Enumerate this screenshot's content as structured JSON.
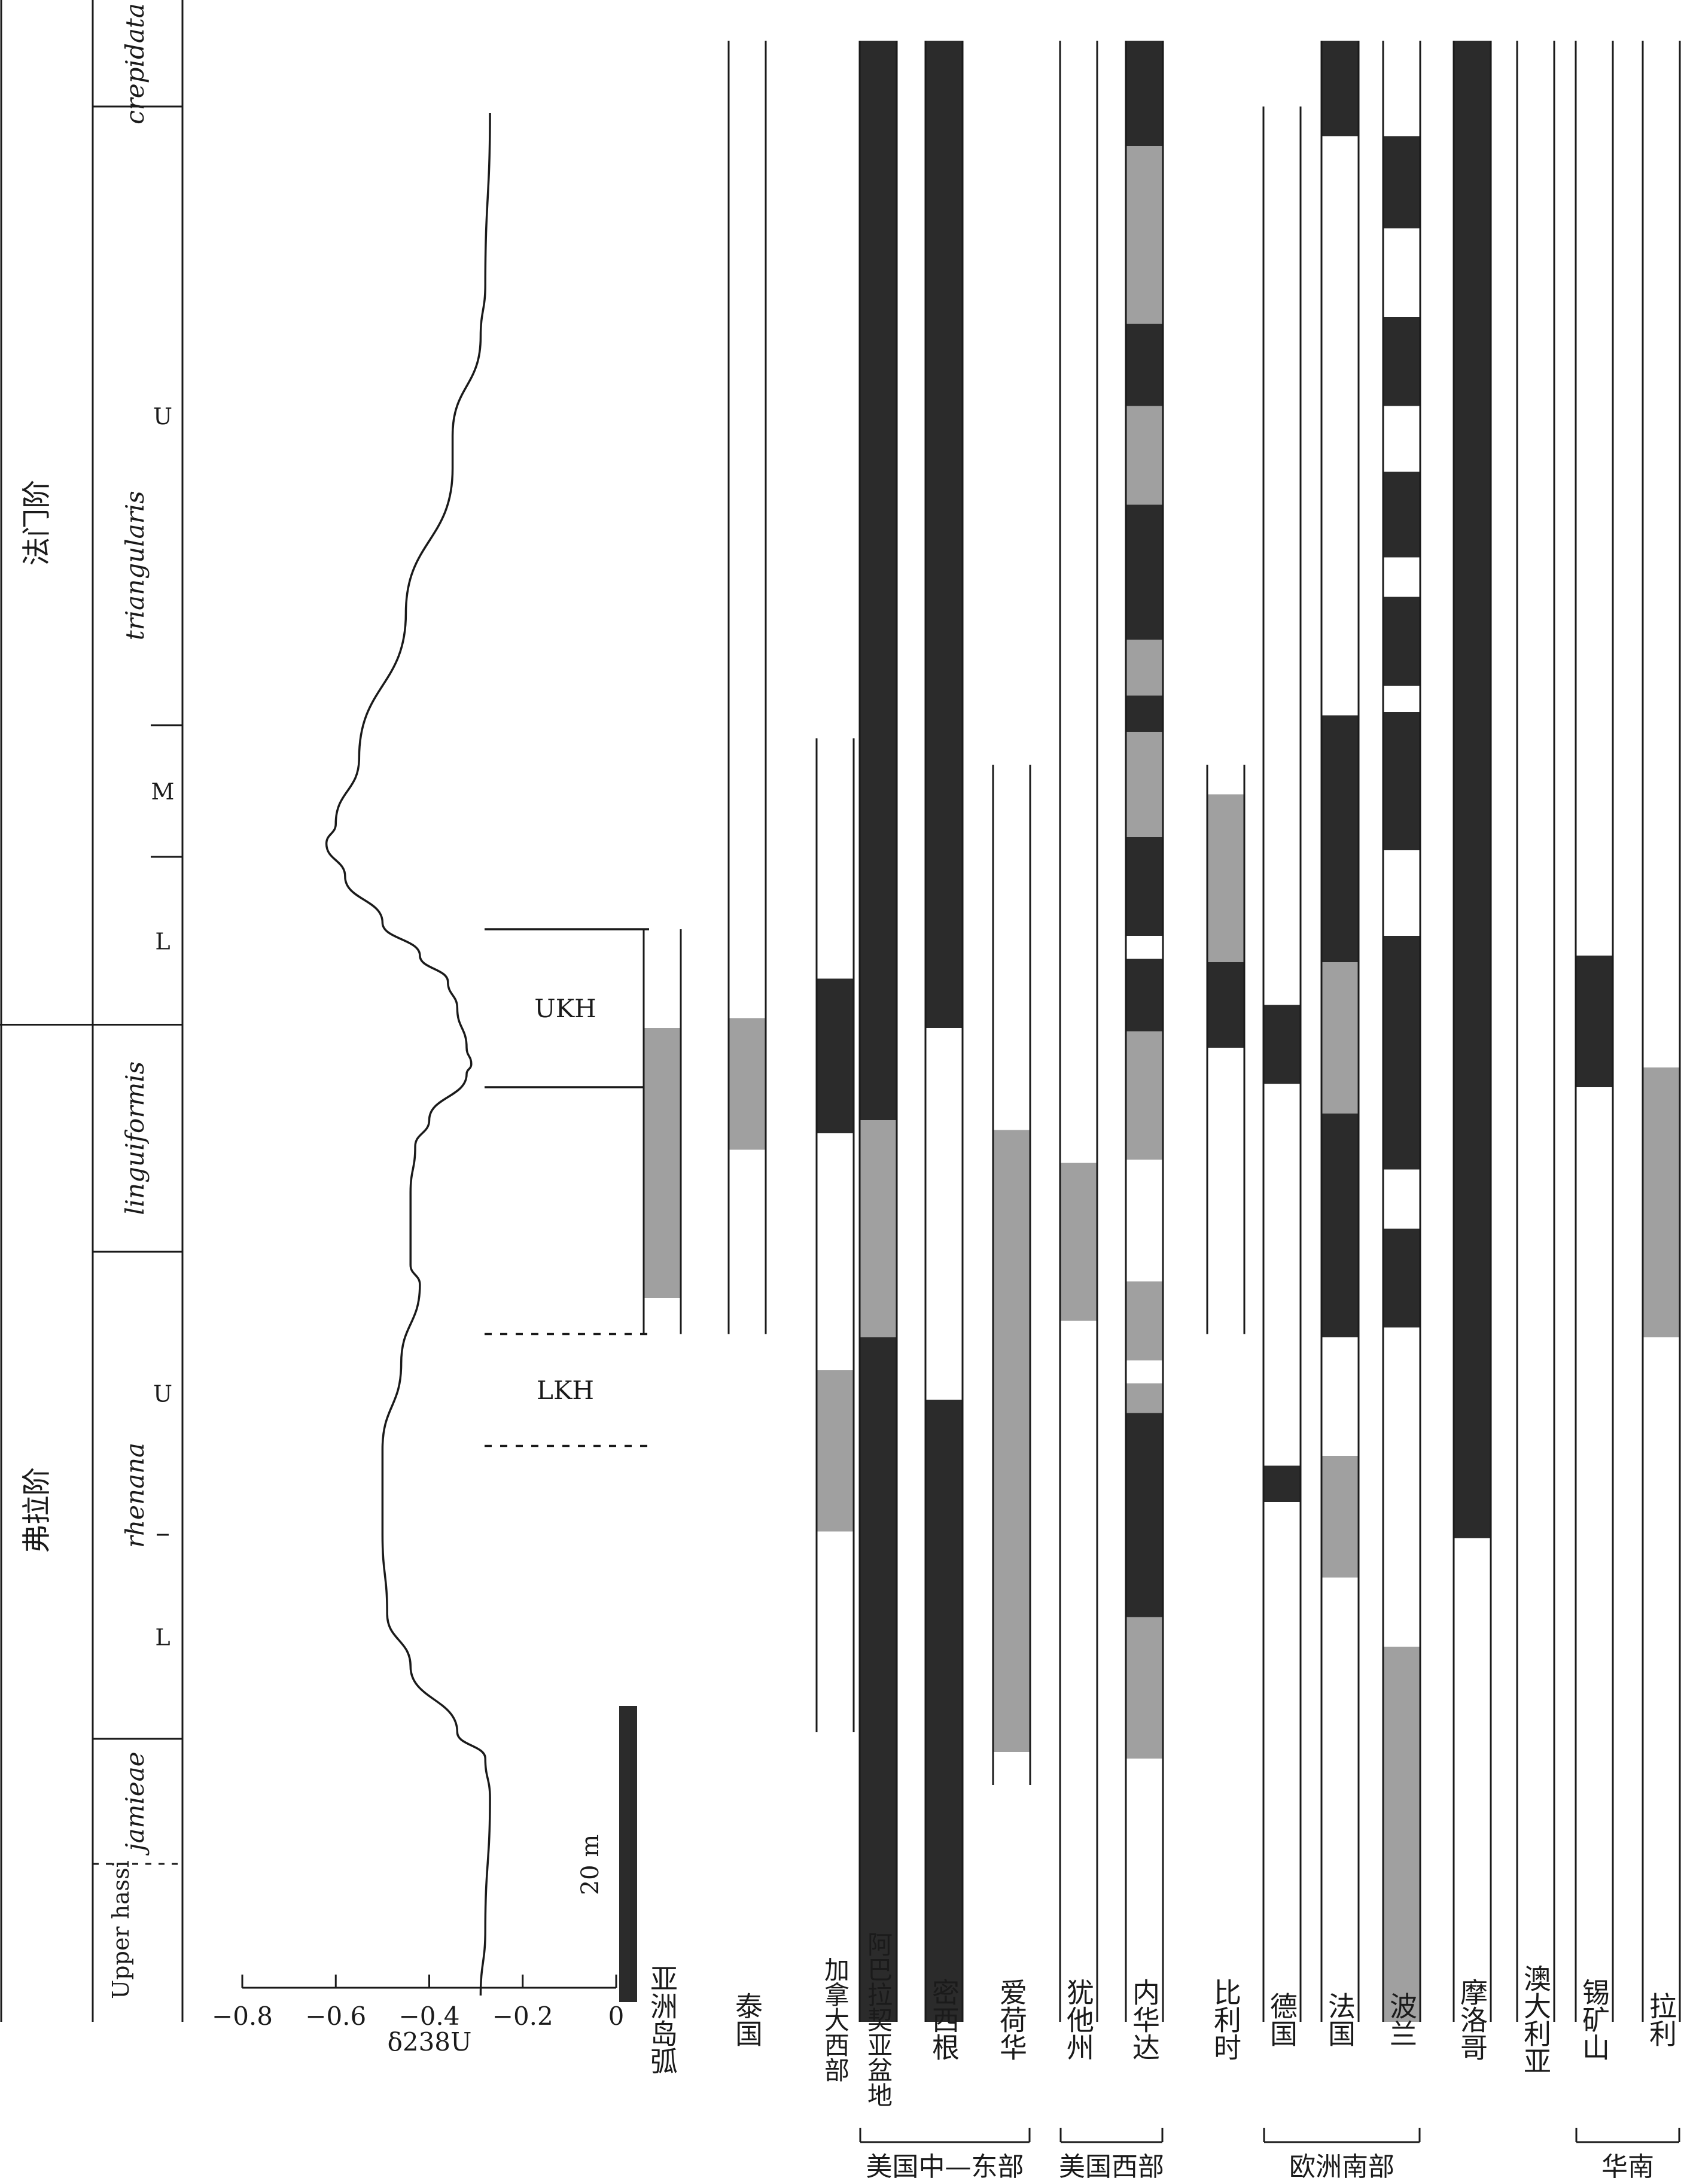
{
  "chart_data": {
    "type": "stratigraphic-correlation",
    "colors": {
      "black": "#2b2b2b",
      "gray": "#a0a0a0",
      "white": "#ffffff",
      "line": "#1a1a1a"
    },
    "stages": [
      {
        "label": "法门阶",
        "top": 0,
        "bottom": 152.5
      },
      {
        "label": "弗拉阶",
        "top": 152.5,
        "bottom": 300
      }
    ],
    "zones": [
      {
        "label": "crepidata",
        "top": 0,
        "bottom": 13
      },
      {
        "label": "triangularis",
        "top": 13,
        "bottom": 152.5
      },
      {
        "label": "linguiformis",
        "top": 152.5,
        "bottom": 187
      },
      {
        "label": "rhenana",
        "top": 187,
        "bottom": 261
      },
      {
        "label": "jamieae",
        "top": 261,
        "bottom": 280
      },
      {
        "label": "Upper hassi",
        "top": 280,
        "bottom": 300
      }
    ],
    "subzones": [
      {
        "label": "U",
        "top": 13,
        "bottom": 107
      },
      {
        "label": "M",
        "top": 107,
        "bottom": 127
      },
      {
        "label": "L",
        "top": 127,
        "bottom": 152.5
      },
      {
        "label": "U",
        "top": 187,
        "bottom": 230
      },
      {
        "label": "L",
        "top": 230,
        "bottom": 261
      }
    ],
    "subzone_dashed_boundaries": [
      230
    ],
    "zone_dashed_boundaries": [
      280
    ],
    "d238U": {
      "xlabel": "δ238U",
      "ticks": [
        -0.8,
        -0.6,
        -0.4,
        -0.2,
        0
      ],
      "tick_labels": [
        "−0.8",
        "−0.6",
        "−0.4",
        "−0.2",
        "0"
      ],
      "xlim": [
        -0.8,
        0
      ],
      "points": [
        [
          -0.27,
          14
        ],
        [
          -0.28,
          40
        ],
        [
          -0.29,
          48
        ],
        [
          -0.35,
          63
        ],
        [
          -0.35,
          68
        ],
        [
          -0.45,
          90
        ],
        [
          -0.55,
          112
        ],
        [
          -0.6,
          122
        ],
        [
          -0.62,
          125
        ],
        [
          -0.58,
          130
        ],
        [
          -0.5,
          137
        ],
        [
          -0.42,
          142
        ],
        [
          -0.36,
          146
        ],
        [
          -0.34,
          150
        ],
        [
          -0.32,
          156
        ],
        [
          -0.31,
          158.5
        ],
        [
          -0.32,
          160
        ],
        [
          -0.4,
          167
        ],
        [
          -0.43,
          171
        ],
        [
          -0.44,
          178
        ],
        [
          -0.44,
          189
        ],
        [
          -0.42,
          192
        ],
        [
          -0.46,
          204
        ],
        [
          -0.5,
          217
        ],
        [
          -0.5,
          230
        ],
        [
          -0.49,
          242
        ],
        [
          -0.44,
          250
        ],
        [
          -0.34,
          260
        ],
        [
          -0.28,
          264
        ],
        [
          -0.27,
          270
        ],
        [
          -0.28,
          290
        ],
        [
          -0.29,
          300
        ]
      ]
    },
    "events": [
      {
        "label": "UKH",
        "top": 138,
        "bottom": 162,
        "style": "solid"
      },
      {
        "label": "LKH",
        "top": 199.5,
        "bottom": 216.5,
        "style": "dashed"
      }
    ],
    "scale_bar": {
      "label": "20 m",
      "top": 256,
      "bottom": 301
    },
    "columns": [
      {
        "label": "亚洲岛弧",
        "top": 138,
        "bottom": 199.5,
        "segments": [
          [
            153,
            194,
            "gray"
          ]
        ]
      },
      {
        "label": "泰国",
        "top": 3,
        "bottom": 199.5,
        "segments": [
          [
            151.5,
            171.5,
            "gray"
          ]
        ]
      },
      {
        "label": "加拿大西部",
        "top": 109,
        "bottom": 260,
        "segments": [
          [
            145.5,
            169,
            "black"
          ],
          [
            205,
            229.5,
            "gray"
          ]
        ]
      },
      {
        "label": "阿巴拉契亚盆地",
        "top": 3,
        "bottom": 304,
        "segments": [
          [
            3,
            167,
            "black"
          ],
          [
            167,
            200,
            "gray"
          ],
          [
            200,
            304,
            "black"
          ]
        ]
      },
      {
        "label": "密西根",
        "top": 3,
        "bottom": 304,
        "segments": [
          [
            3,
            153,
            "black"
          ],
          [
            209.5,
            304,
            "black"
          ]
        ]
      },
      {
        "label": "爱荷华",
        "top": 113,
        "bottom": 268,
        "segments": [
          [
            168.5,
            263,
            "gray"
          ]
        ]
      },
      {
        "label": "犹他州",
        "top": 3,
        "bottom": 304,
        "segments": [
          [
            173.5,
            197.5,
            "gray"
          ]
        ]
      },
      {
        "label": "内华达",
        "top": 3,
        "bottom": 304,
        "segments": [
          [
            3,
            19,
            "black"
          ],
          [
            19,
            46,
            "gray"
          ],
          [
            46,
            58.5,
            "black"
          ],
          [
            58.5,
            73.5,
            "gray"
          ],
          [
            73.5,
            94,
            "black"
          ],
          [
            94,
            102.5,
            "gray"
          ],
          [
            102.5,
            108,
            "black"
          ],
          [
            108,
            124,
            "gray"
          ],
          [
            124,
            139,
            "black"
          ],
          [
            142.5,
            153.5,
            "black"
          ],
          [
            153.5,
            173,
            "gray"
          ],
          [
            191.5,
            203.5,
            "gray"
          ],
          [
            207,
            211.5,
            "gray"
          ],
          [
            211.5,
            242.5,
            "black"
          ],
          [
            242.5,
            264,
            "gray"
          ]
        ]
      },
      {
        "label": "比利时",
        "top": 113,
        "bottom": 199.5,
        "segments": [
          [
            117.5,
            143,
            "gray"
          ],
          [
            143,
            156,
            "black"
          ]
        ]
      },
      {
        "label": "德国",
        "top": 13,
        "bottom": 304,
        "segments": [
          [
            149.5,
            161.5,
            "black"
          ],
          [
            219.5,
            225,
            "black"
          ]
        ]
      },
      {
        "label": "法国",
        "top": 3,
        "bottom": 304,
        "segments": [
          [
            3,
            17.5,
            "black"
          ],
          [
            105.5,
            143,
            "black"
          ],
          [
            143,
            166,
            "gray"
          ],
          [
            166,
            200,
            "black"
          ],
          [
            218,
            236.5,
            "gray"
          ]
        ]
      },
      {
        "label": "波兰",
        "top": 3,
        "bottom": 304,
        "segments": [
          [
            17.5,
            31.5,
            "black"
          ],
          [
            45,
            58.5,
            "black"
          ],
          [
            68.5,
            81.5,
            "black"
          ],
          [
            87.5,
            101,
            "black"
          ],
          [
            105,
            126,
            "black"
          ],
          [
            139,
            174.5,
            "black"
          ],
          [
            183.5,
            198.5,
            "black"
          ],
          [
            247,
            304,
            "gray"
          ]
        ]
      },
      {
        "label": "摩洛哥",
        "top": 3,
        "bottom": 304,
        "segments": [
          [
            3,
            230.5,
            "black"
          ]
        ]
      },
      {
        "label": "澳大利亚",
        "top": 3,
        "bottom": 304,
        "segments": []
      },
      {
        "label": "锡矿山",
        "top": 3,
        "bottom": 304,
        "segments": [
          [
            142,
            162,
            "black"
          ]
        ]
      },
      {
        "label": "拉利",
        "top": 3,
        "bottom": 304,
        "segments": [
          [
            159,
            200,
            "gray"
          ]
        ]
      }
    ],
    "groups": [
      {
        "label": "美国中—东部",
        "from": 3,
        "to": 5
      },
      {
        "label": "美国西部",
        "from": 6,
        "to": 7
      },
      {
        "label": "欧洲南部",
        "from": 9,
        "to": 11
      },
      {
        "label": "华南",
        "from": 14,
        "to": 15
      }
    ]
  }
}
